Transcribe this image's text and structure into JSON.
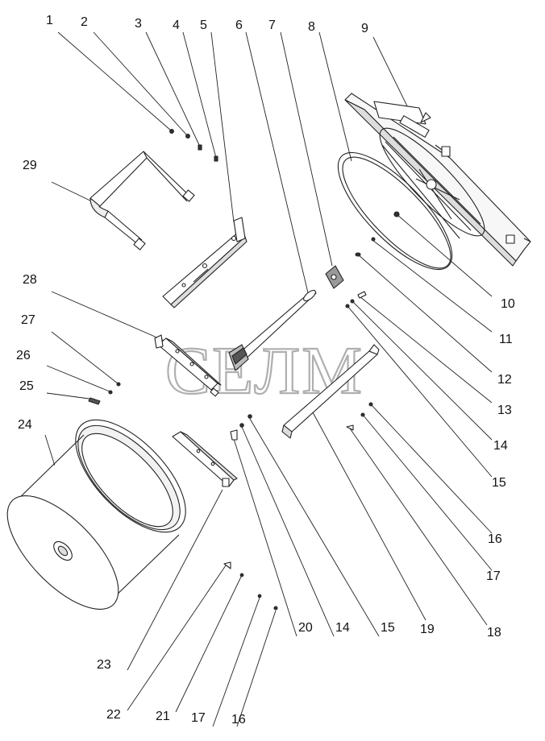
{
  "watermark": "СЕЛМ",
  "callouts": [
    {
      "id": "1",
      "label": "1"
    },
    {
      "id": "2",
      "label": "2"
    },
    {
      "id": "3",
      "label": "3"
    },
    {
      "id": "4",
      "label": "4"
    },
    {
      "id": "5",
      "label": "5"
    },
    {
      "id": "6",
      "label": "6"
    },
    {
      "id": "7",
      "label": "7"
    },
    {
      "id": "8",
      "label": "8"
    },
    {
      "id": "9",
      "label": "9"
    },
    {
      "id": "10",
      "label": "10"
    },
    {
      "id": "11",
      "label": "11"
    },
    {
      "id": "12",
      "label": "12"
    },
    {
      "id": "13",
      "label": "13"
    },
    {
      "id": "14a",
      "label": "14"
    },
    {
      "id": "15a",
      "label": "15"
    },
    {
      "id": "16a",
      "label": "16"
    },
    {
      "id": "17a",
      "label": "17"
    },
    {
      "id": "18",
      "label": "18"
    },
    {
      "id": "19",
      "label": "19"
    },
    {
      "id": "15b",
      "label": "15"
    },
    {
      "id": "14b",
      "label": "14"
    },
    {
      "id": "20",
      "label": "20"
    },
    {
      "id": "16b",
      "label": "16"
    },
    {
      "id": "17b",
      "label": "17"
    },
    {
      "id": "21",
      "label": "21"
    },
    {
      "id": "22",
      "label": "22"
    },
    {
      "id": "23",
      "label": "23"
    },
    {
      "id": "24",
      "label": "24"
    },
    {
      "id": "25",
      "label": "25"
    },
    {
      "id": "26",
      "label": "26"
    },
    {
      "id": "27",
      "label": "27"
    },
    {
      "id": "28",
      "label": "28"
    },
    {
      "id": "29",
      "label": "29"
    }
  ]
}
